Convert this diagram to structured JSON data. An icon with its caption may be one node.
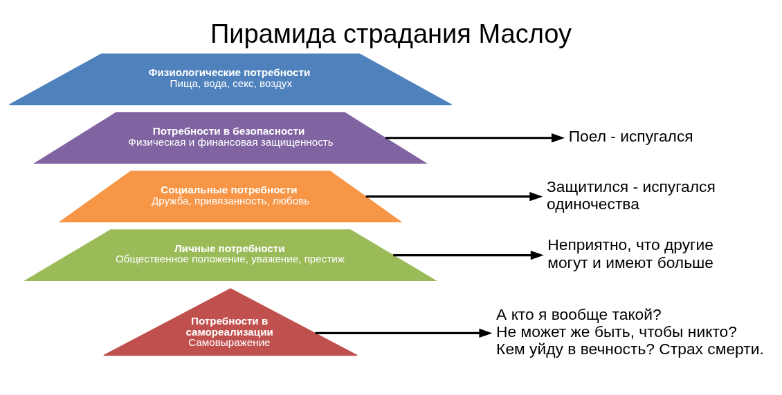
{
  "diagram": {
    "title": "Пирамида страдания Маслоу",
    "nodes": [
      {
        "text": [
          "Потребности в самореализации",
          "Самовыражение"
        ]
      },
      {
        "text": [
          "Личные потребности",
          "Общественное положение, уважение, престиж"
        ]
      },
      {
        "text": [
          "Социальные потребности",
          "Дружба, привязанность, любовь"
        ]
      },
      {
        "text": [
          "Потребности в безопасности",
          "Физическая и финансовая защищенность"
        ]
      },
      {
        "text": [
          "Физиологические потребности",
          "Пища, вода, секс, воздух"
        ]
      },
      {
        "text": [
          "А кто я вообще такой?",
          "Не может же быть, чтобы никто?",
          "Кем уйду в вечность? Страх смерти."
        ]
      },
      {
        "text": [
          "Неприятно, что другие могут и имеют больше"
        ]
      },
      {
        "text": [
          "Защитился - испугался одиночества"
        ]
      },
      {
        "text": [
          "Поел - испугался"
        ]
      }
    ],
    "edges": [
      {
        "from": 0,
        "to": 5,
        "arrow": "to"
      },
      {
        "from": 1,
        "to": 6,
        "arrow": "to"
      },
      {
        "from": 2,
        "to": 7,
        "arrow": "to"
      },
      {
        "from": 3,
        "to": 8,
        "arrow": "to"
      }
    ]
  }
}
